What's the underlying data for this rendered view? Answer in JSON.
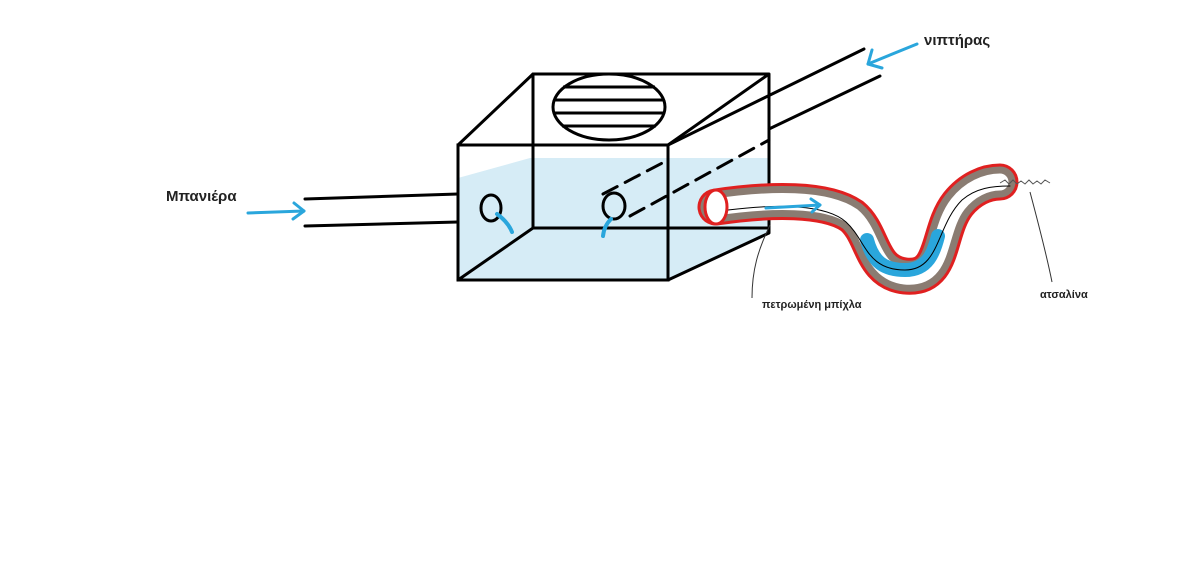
{
  "labels": {
    "bathtub": "Μπανιέρα",
    "sink": "νιπτήρας",
    "hardened_sludge": "πετρωμένη μπίχλα",
    "steel_wool": "ατσαλίνα"
  },
  "colors": {
    "outline": "#000000",
    "water_fill": "#d6ecf6",
    "water_blue": "#2aa6dc",
    "pipe_red": "#e02020",
    "sludge_brown": "#8a7c72",
    "label_text": "#222222"
  }
}
